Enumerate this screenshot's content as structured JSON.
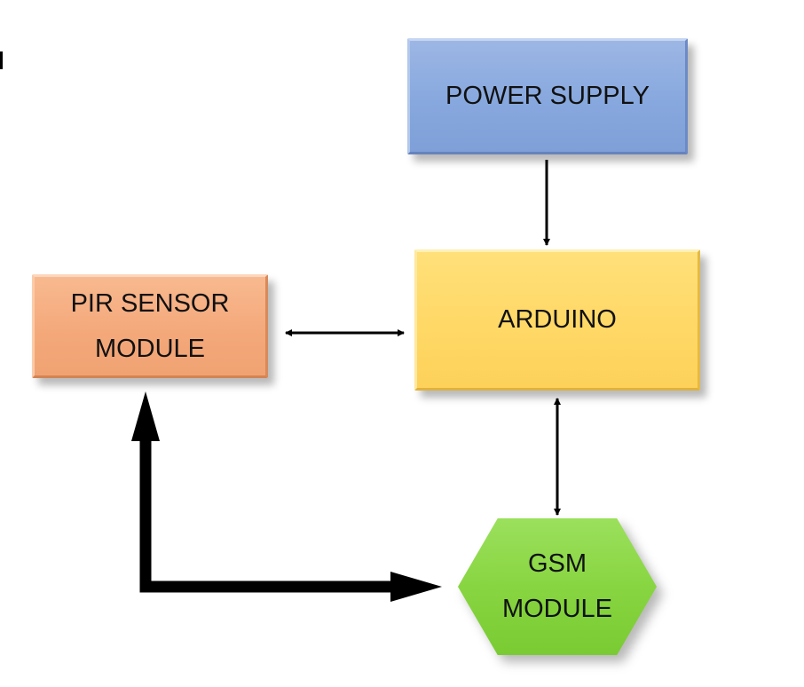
{
  "blocks": {
    "power_supply": {
      "line1": "POWER SUPPLY"
    },
    "arduino": {
      "line1": "ARDUINO"
    },
    "pir_sensor": {
      "line1": "PIR SENSOR",
      "line2": "MODULE"
    },
    "gsm": {
      "line1": "GSM",
      "line2": "MODULE"
    }
  },
  "colors": {
    "power_supply": "#8eacde",
    "arduino": "#ffd966",
    "pir_sensor": "#f4b183",
    "gsm": "#8cd44a",
    "connector": "#000000"
  },
  "connections": [
    {
      "from": "POWER SUPPLY",
      "to": "ARDUINO",
      "direction": "one-way"
    },
    {
      "from": "PIR SENSOR MODULE",
      "to": "ARDUINO",
      "direction": "two-way"
    },
    {
      "from": "ARDUINO",
      "to": "GSM MODULE",
      "direction": "two-way"
    },
    {
      "from": "GSM MODULE",
      "to": "PIR SENSOR MODULE",
      "direction": "two-way",
      "style": "bold"
    }
  ]
}
